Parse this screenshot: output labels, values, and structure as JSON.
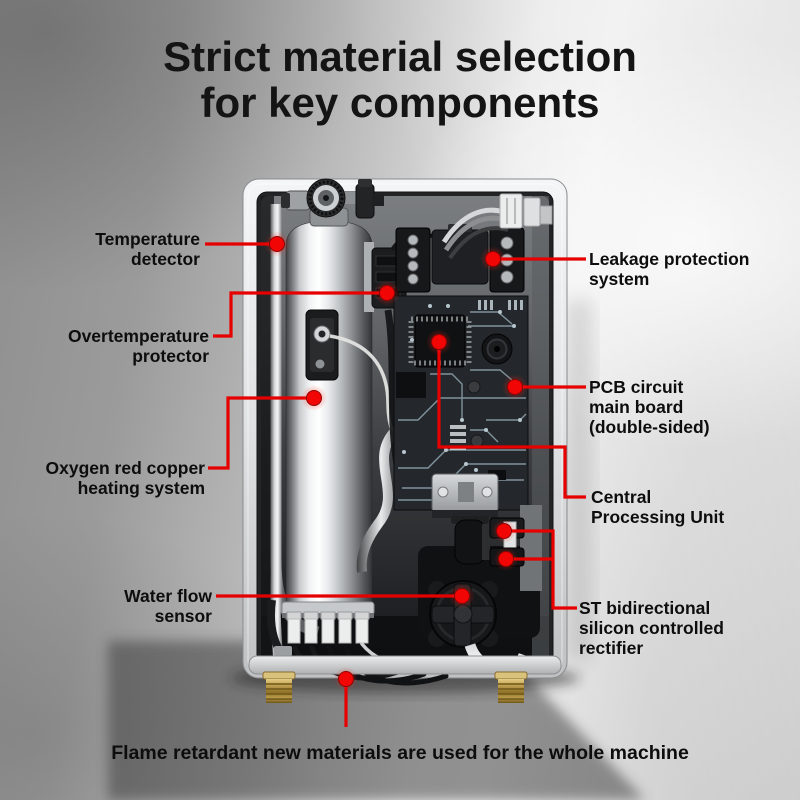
{
  "title": "Strict material selection\nfor key components",
  "annotations": {
    "left": [
      {
        "id": "temperature-detector",
        "label": "Temperature\ndetector"
      },
      {
        "id": "overtemperature-protector",
        "label": "Overtemperature\nprotector"
      },
      {
        "id": "oxygen-red-copper-heating-system",
        "label": "Oxygen red copper\nheating system"
      },
      {
        "id": "water-flow-sensor",
        "label": "Water flow\nsensor"
      }
    ],
    "right": [
      {
        "id": "leakage-protection-system",
        "label": "Leakage protection\nsystem"
      },
      {
        "id": "pcb-circuit-main-board",
        "label": "PCB circuit\nmain board\n(double-sided)"
      },
      {
        "id": "central-processing-unit",
        "label": "Central\nProcessing Unit"
      },
      {
        "id": "st-bidirectional-scr",
        "label": "ST bidirectional\nsilicon controlled\nrectifier"
      }
    ],
    "bottom": {
      "id": "flame-retardant-note",
      "label": "Flame retardant new materials are used for the whole machine"
    }
  },
  "illustration": {
    "subject": "electric tankless water heater with open front panel showing internal components"
  },
  "colors": {
    "annotation_red": "#e60000",
    "marker_red": "#f10505",
    "title_color": "#141414",
    "label_color": "#0d0d0d"
  }
}
